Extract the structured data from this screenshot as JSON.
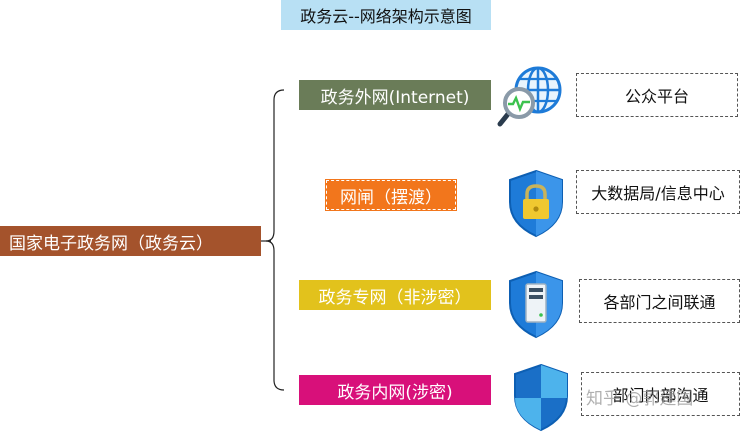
{
  "title": "政务云--网络架构示意图",
  "root": {
    "label": "国家电子政务网（政务云）"
  },
  "nodes": [
    {
      "label": "政务外网(Internet)",
      "color": "#6a7c58",
      "icon": "globe-search-icon",
      "description": "公众平台"
    },
    {
      "label": "网闸（摆渡）",
      "color": "#f2761c",
      "icon": "shield-lock-icon",
      "description": "大数据局/信息中心"
    },
    {
      "label": "政务专网（非涉密）",
      "color": "#e2c21c",
      "icon": "shield-server-icon",
      "description": "各部门之间联通"
    },
    {
      "label": "政务内网(涉密)",
      "color": "#d8107a",
      "icon": "shield-icon",
      "description": "部门内部沟通"
    }
  ],
  "watermark": "知乎 @郭建国",
  "colors": {
    "title_bg": "#b8e0f4",
    "root_bg": "#a4532c",
    "icon_blue": "#1e7bd8"
  }
}
